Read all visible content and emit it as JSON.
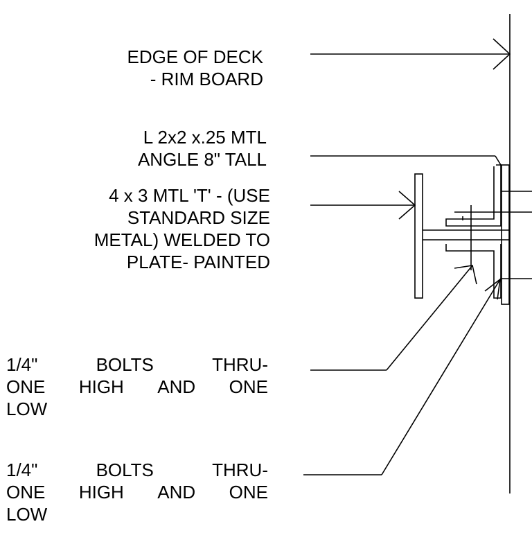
{
  "annotations": {
    "edge_of_deck": {
      "lines": [
        "EDGE OF DECK",
        "- RIM BOARD"
      ]
    },
    "angle": {
      "lines": [
        "L 2x2 x.25 MTL",
        "ANGLE 8\" TALL"
      ]
    },
    "tee": {
      "lines": [
        "4 x 3 MTL 'T' - (USE",
        "STANDARD SIZE",
        "METAL) WELDED TO",
        "PLATE- PAINTED"
      ]
    },
    "bolts_1": {
      "line1": [
        "1/4\"",
        "BOLTS",
        "THRU-"
      ],
      "line2": [
        "ONE",
        "HIGH",
        "AND",
        "ONE"
      ],
      "line3": "LOW"
    },
    "bolts_2": {
      "line1": [
        "1/4\"",
        "BOLTS",
        "THRU-"
      ],
      "line2": [
        "ONE",
        "HIGH",
        "AND",
        "ONE"
      ],
      "line3": "LOW"
    }
  },
  "colors": {
    "ink": "#000000",
    "background": "#ffffff"
  }
}
